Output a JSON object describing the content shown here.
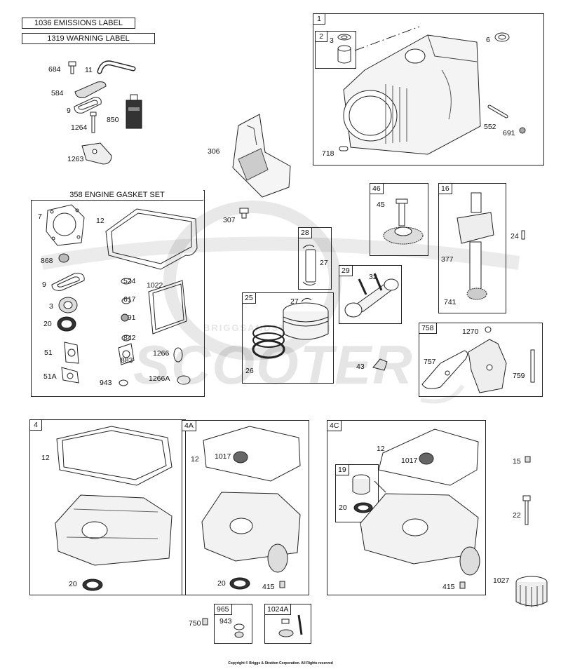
{
  "header_labels": [
    "1036 EMISSIONS LABEL",
    "1319 WARNING LABEL"
  ],
  "boxes": {
    "cylinder": {
      "tag": "1",
      "sub_tag": "2"
    },
    "gasket_set": {
      "title": "358 ENGINE GASKET SET"
    },
    "governor_gear": {
      "tag": "46"
    },
    "crankshaft": {
      "tag": "16"
    },
    "piston_pin": {
      "tag": "28"
    },
    "conn_rod": {
      "tag": "29"
    },
    "piston": {
      "tag": "25"
    },
    "link_kit": {
      "tag": "758"
    },
    "sump_4": {
      "tag": "4"
    },
    "sump_4a": {
      "tag": "4A"
    },
    "sump_4c": {
      "tag": "4C",
      "sub_tag": "19"
    },
    "kit_965": {
      "tag": "965"
    },
    "kit_1024a": {
      "tag": "1024A"
    }
  },
  "part_labels": {
    "p684": "684",
    "p11": "11",
    "p584": "584",
    "p9a": "9",
    "p850": "850",
    "p1264": "1264",
    "p1263": "1263",
    "p306": "306",
    "p307": "307",
    "p3a": "3",
    "p6": "6",
    "p552": "552",
    "p691a": "691",
    "p718": "718",
    "g7": "7",
    "g12": "12",
    "g868": "868",
    "g9": "9",
    "g524": "524",
    "g1022": "1022",
    "g3": "3",
    "g617": "617",
    "g691": "691",
    "g20": "20",
    "g842": "842",
    "g51": "51",
    "g883": "883",
    "g1266": "1266",
    "g51a": "51A",
    "g943": "943",
    "g1266a": "1266A",
    "p45": "45",
    "p24": "24",
    "p377": "377",
    "p741": "741",
    "p27a": "27",
    "p32": "32",
    "p27b": "27",
    "p26": "26",
    "p1270": "1270",
    "p43": "43",
    "p757": "757",
    "p759": "759",
    "s4_12": "12",
    "s4_20": "20",
    "s4a_12": "12",
    "s4a_1017": "1017",
    "s4a_20": "20",
    "s4a_415": "415",
    "s4c_12": "12",
    "s4c_1017": "1017",
    "s4c_20": "20",
    "s4c_415": "415",
    "p15": "15",
    "p22": "22",
    "p1027": "1027",
    "p750": "750",
    "p943": "943"
  },
  "watermark": {
    "brand": "SCOOTER",
    "sub": "BRIGGSANDSTRATTON"
  },
  "copyright": "Copyright © Briggs & Stratton Corporation. All Rights reserved"
}
